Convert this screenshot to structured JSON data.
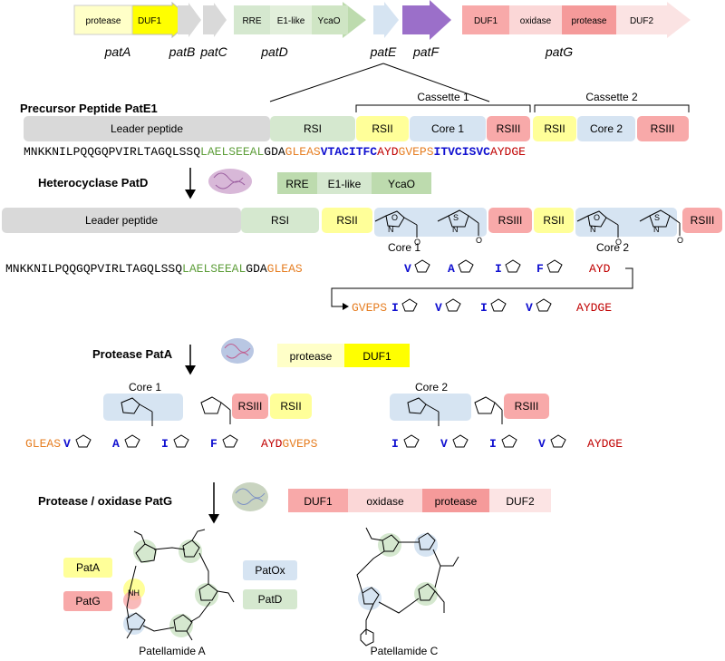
{
  "colors": {
    "protease_light": "#FFFFC8",
    "yellow": "#FFFF00",
    "gray_light": "#D9D9D9",
    "green_light": "#D5E8CF",
    "green_mid": "#BDDBAE",
    "blue_light": "#D6E4F2",
    "purple": "#9B6FC9",
    "red_light": "#F8A9A9",
    "pink_light": "#FBD7D7",
    "orange": "#E67E22",
    "seq_green": "#5E9E3A",
    "seq_blue": "#1010D0",
    "seq_red": "#C00000"
  },
  "genes": {
    "patA": "patA",
    "patB": "patB",
    "patC": "patC",
    "patD": "patD",
    "patE": "patE",
    "patF": "patF",
    "patG": "patG"
  },
  "gene_domains": {
    "protease": "protease",
    "duf1": "DUF1",
    "rre": "RRE",
    "e1like": "E1-like",
    "ycao": "YcaO",
    "oxidase": "oxidase",
    "duf2": "DUF2"
  },
  "sections": {
    "precursor": "Precursor Peptide PatE1",
    "heterocyclase": "Heterocyclase PatD",
    "protease_pata": "Protease PatA",
    "protease_oxidase": "Protease / oxidase PatG"
  },
  "regions": {
    "leader": "Leader peptide",
    "rsi": "RSI",
    "rsii": "RSII",
    "rsiii": "RSIII",
    "core1": "Core 1",
    "core2": "Core 2",
    "cassette1": "Cassette 1",
    "cassette2": "Cassette 2"
  },
  "sequence": {
    "black": "MNKKNILPQQGQPVIRLTAGQLSSQ",
    "green": "LAELSEEAL",
    "gda": "GDA",
    "gleas": "GLEAS",
    "core1": "VTACITFC",
    "ayd": "AYD",
    "gveps": "GVEPS",
    "core2": "ITVCISVC",
    "aydge": "AYDGE"
  },
  "modified": {
    "residues1": [
      "V",
      "A",
      "I",
      "F"
    ],
    "residues2": [
      "I",
      "V",
      "I",
      "V"
    ]
  },
  "legend": {
    "pata": "PatA",
    "patg": "PatG",
    "patox": "PatOx",
    "patd": "PatD"
  },
  "products": {
    "a": "Patellamide A",
    "c": "Patellamide C",
    "nh": "NH"
  }
}
